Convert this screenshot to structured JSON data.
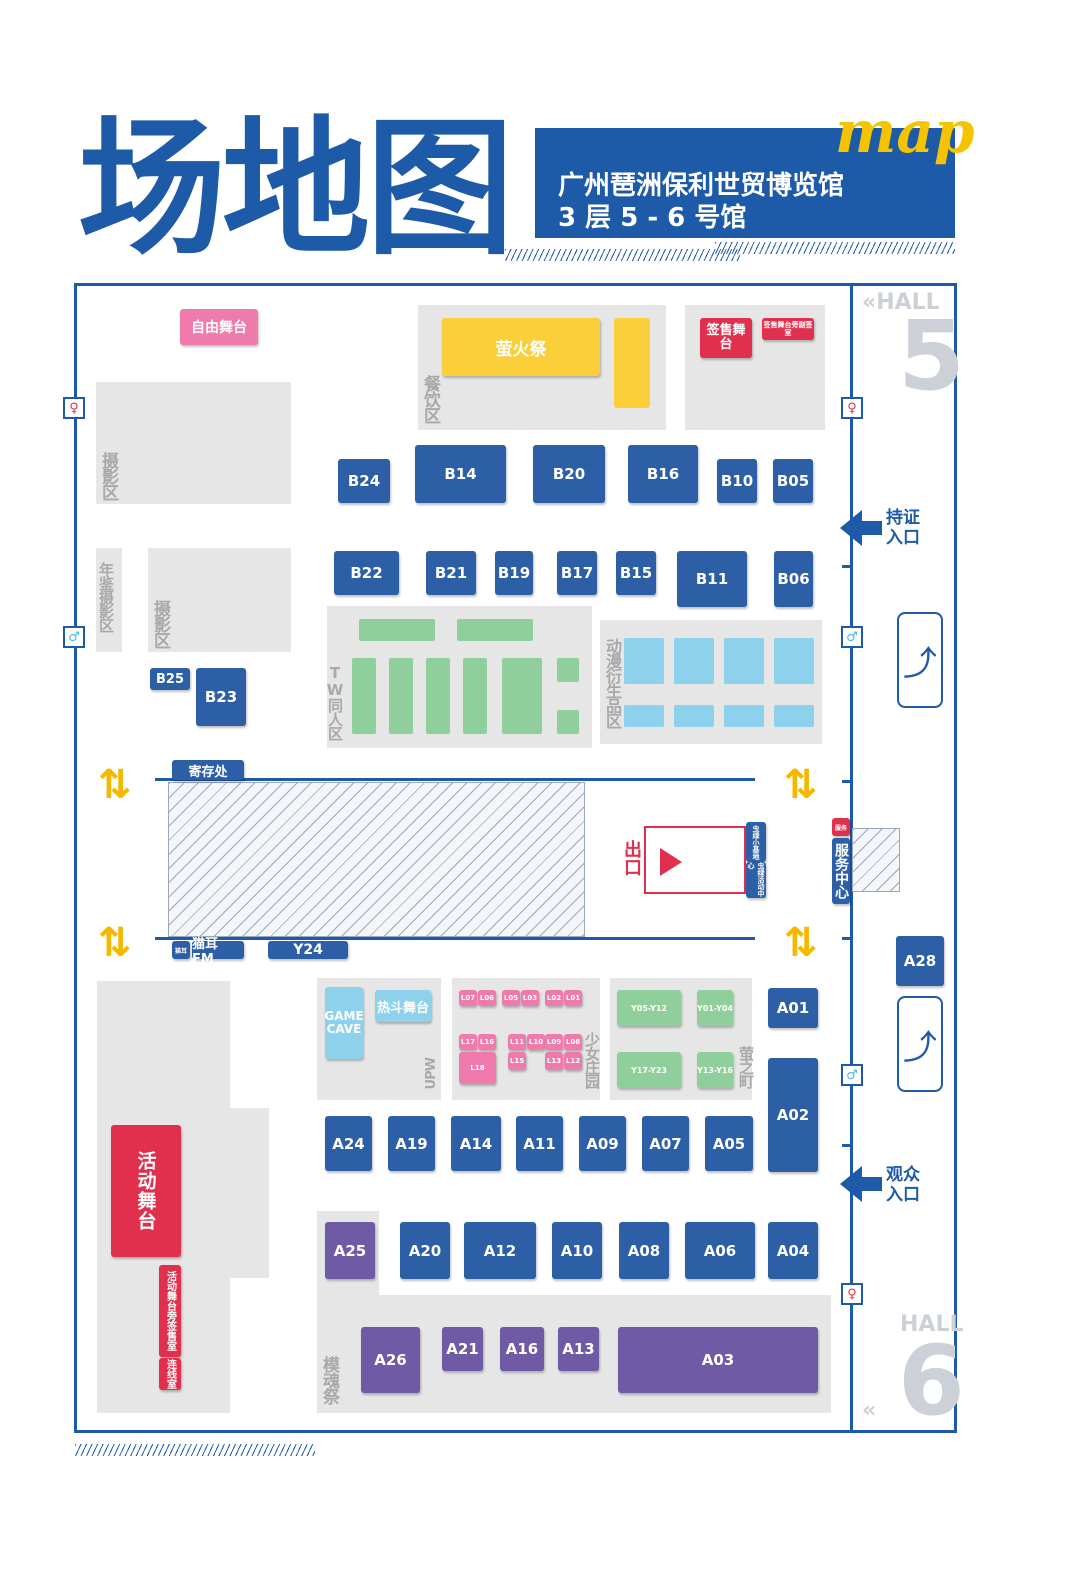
{
  "header": {
    "title": "场地图",
    "map_word": "map",
    "venue_line1": "广州琶洲保利世贸博览馆",
    "venue_line2": "3 层 5 - 6 号馆"
  },
  "halls": {
    "hall5_word": "HALL",
    "hall5_num": "5",
    "hall6_word": "HALL",
    "hall6_num": "6"
  },
  "areas": {
    "free_stage": "自由舞台",
    "firefly": "萤火祭",
    "dining": "餐饮区",
    "signing_stage": "签售舞台",
    "signing_rest": "签售舞台旁副签室",
    "photo1": "摄影区",
    "yearbook_photo": "年鉴摄影区",
    "photo2": "摄影区",
    "tw": "TW同人区",
    "anime_goods": "动漫衍生品区",
    "storage": "寄存处",
    "exit": "出口",
    "bug_small": "虫绿小基地",
    "bug_center": "虫绿活动中心",
    "service_tag": "服务",
    "service_center": "服务中心",
    "catfm_tag": "猫耳",
    "catfm": "猫耳 FM",
    "game_cave": "GAME CAVE",
    "hot_stage": "热斗舞台",
    "upw": "UPW",
    "girls_garden": "少女庄园",
    "firefly_town": "萤之町",
    "event_stage": "活动舞台",
    "event_side": "活动舞台旁签售室",
    "dressing": "连线室",
    "mohun": "模魂祭"
  },
  "entrances": {
    "badge": "持证入口",
    "audience": "观众入口"
  },
  "booths": {
    "B24": "B24",
    "B14": "B14",
    "B20": "B20",
    "B16": "B16",
    "B10": "B10",
    "B05": "B05",
    "B22": "B22",
    "B21": "B21",
    "B19": "B19",
    "B17": "B17",
    "B15": "B15",
    "B11": "B11",
    "B06": "B06",
    "B25": "B25",
    "B23": "B23",
    "Y24": "Y24",
    "A28": "A28",
    "A01": "A01",
    "A02": "A02",
    "A24": "A24",
    "A19": "A19",
    "A14": "A14",
    "A11": "A11",
    "A09": "A09",
    "A07": "A07",
    "A05": "A05",
    "A25": "A25",
    "A20": "A20",
    "A12": "A12",
    "A10": "A10",
    "A08": "A08",
    "A06": "A06",
    "A04": "A04",
    "A26": "A26",
    "A21": "A21",
    "A16": "A16",
    "A13": "A13",
    "A03": "A03"
  },
  "pink_booths": {
    "L07": "L07",
    "L06": "L06",
    "L05": "L05",
    "L03": "L03",
    "L02": "L02",
    "L01": "L01",
    "L17": "L17",
    "L16": "L16",
    "L18": "L18",
    "L11": "L11",
    "L10": "L10",
    "L09": "L09",
    "L08": "L08",
    "L15": "L15",
    "L13": "L13",
    "L12": "L12"
  },
  "green_booths": {
    "g1": "Y05-Y12",
    "g2": "Y01-Y04",
    "g3": "Y17-Y23",
    "g4": "Y13-Y16"
  },
  "colors": {
    "brand": "#1d5aa8",
    "yellow": "#fbcf3a",
    "red": "#e0304e"
  }
}
